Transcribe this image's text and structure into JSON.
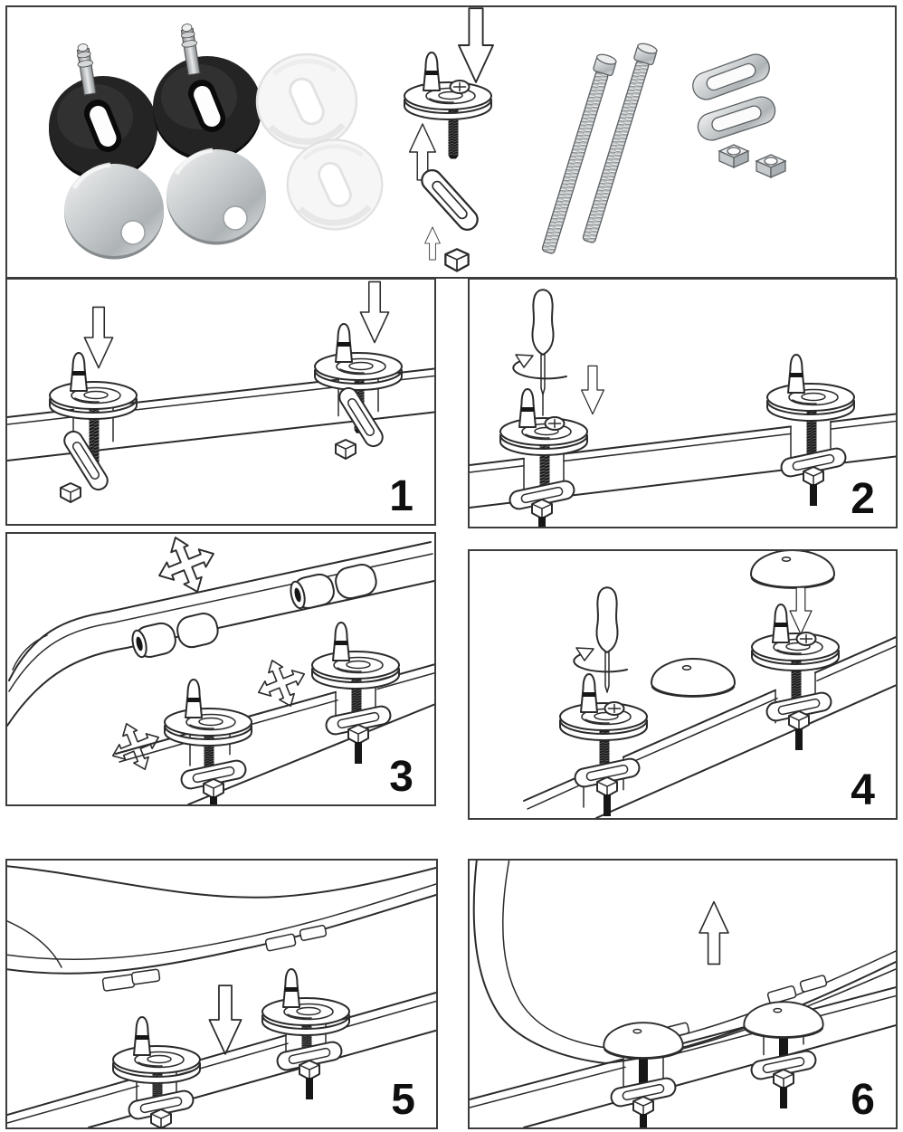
{
  "sheet": {
    "kind": "toilet-seat-hinge-installation-instruction-sheet",
    "background_color": "#ffffff",
    "panel_border_color": "#3c3c3c",
    "line_art_color": "#2b2b2b",
    "step_number_color": "#0f0f0f",
    "black_part_color": "#1f1f1f",
    "chrome_part_color": "#c7cbcd"
  },
  "parts_panel": {
    "name": "hardware-kit-overview",
    "items": [
      {
        "icon": "black-hinge-base-with-chrome-pin-icon",
        "count": 2
      },
      {
        "icon": "chrome-cover-cap-with-hole-icon",
        "count": 2
      },
      {
        "icon": "clear-rubber-washer-icon",
        "count": 2
      },
      {
        "icon": "exploded-hinge-bolt-assembly-icon",
        "count": 1
      },
      {
        "icon": "down-arrow-icon",
        "count": 1
      },
      {
        "icon": "up-arrow-icon",
        "count": 2
      },
      {
        "icon": "long-threaded-bolt-icon",
        "count": 2
      },
      {
        "icon": "oval-clamp-plate-icon",
        "count": 2
      },
      {
        "icon": "square-nut-icon",
        "count": 2
      }
    ]
  },
  "steps": [
    {
      "number": "1",
      "icons": [
        "down-arrow-icon",
        "hinge-post-assembly-icon",
        "tilted-clamp-plate-icon",
        "pan-rim-icon"
      ]
    },
    {
      "number": "2",
      "icons": [
        "screwdriver-icon",
        "rotate-arrow-icon",
        "down-arrow-icon",
        "hinge-post-assembly-icon",
        "clamp-plate-nut-icon",
        "pan-rim-icon"
      ]
    },
    {
      "number": "3",
      "icons": [
        "seat-ring-with-hinge-barrels-icon",
        "four-way-adjust-arrow-icon",
        "hinge-post-assembly-icon",
        "pan-rim-icon"
      ]
    },
    {
      "number": "4",
      "icons": [
        "screwdriver-icon",
        "rotate-arrow-icon",
        "down-arrow-icon",
        "dome-cover-cap-icon",
        "hinge-post-assembly-icon",
        "pan-rim-icon"
      ]
    },
    {
      "number": "5",
      "icons": [
        "seat-underside-icon",
        "down-arrow-icon",
        "hinge-post-assembly-icon",
        "pan-rim-icon"
      ]
    },
    {
      "number": "6",
      "icons": [
        "seat-underside-icon",
        "up-arrow-icon",
        "capped-hinge-mounted-icon",
        "pan-rim-icon"
      ]
    }
  ]
}
